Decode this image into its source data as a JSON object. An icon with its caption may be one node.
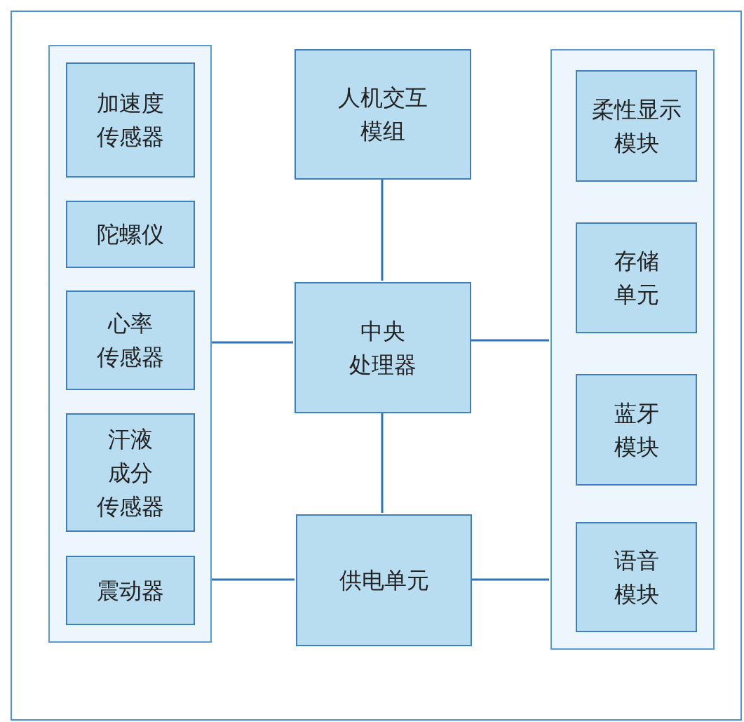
{
  "diagram": {
    "nodes": [
      {
        "text": [],
        "shape": "box"
      },
      {
        "text": [],
        "shape": "box",
        "in": 0
      },
      {
        "text": [
          "加速度传感器"
        ],
        "in": 1
      },
      {
        "text": [
          "陀螺仪"
        ],
        "in": 1
      },
      {
        "text": [
          "心率传感器"
        ],
        "in": 1
      },
      {
        "text": [
          "汗液成分传感器"
        ],
        "in": 1
      },
      {
        "text": [
          "震动器"
        ],
        "in": 1
      },
      {
        "text": [
          "人机交互模组"
        ],
        "in": 0
      },
      {
        "text": [
          "中央处理器"
        ],
        "in": 0
      },
      {
        "text": [
          "供电单元"
        ],
        "in": 0
      },
      {
        "text": [],
        "shape": "box",
        "in": 0
      },
      {
        "text": [
          "柔性显示模块"
        ],
        "in": 10
      },
      {
        "text": [
          "存储单元"
        ],
        "in": 10
      },
      {
        "text": [
          "蓝牙模块"
        ],
        "in": 10
      },
      {
        "text": [
          "语音模块"
        ],
        "in": 10
      }
    ],
    "edges": [
      {
        "from": 1,
        "to": 8,
        "arrow": "none"
      },
      {
        "from": 8,
        "to": 10,
        "arrow": "none"
      },
      {
        "from": 7,
        "to": 8,
        "arrow": "none"
      },
      {
        "from": 8,
        "to": 9,
        "arrow": "none"
      },
      {
        "from": 1,
        "to": 9,
        "arrow": "none"
      },
      {
        "from": 9,
        "to": 10,
        "arrow": "none"
      }
    ]
  }
}
